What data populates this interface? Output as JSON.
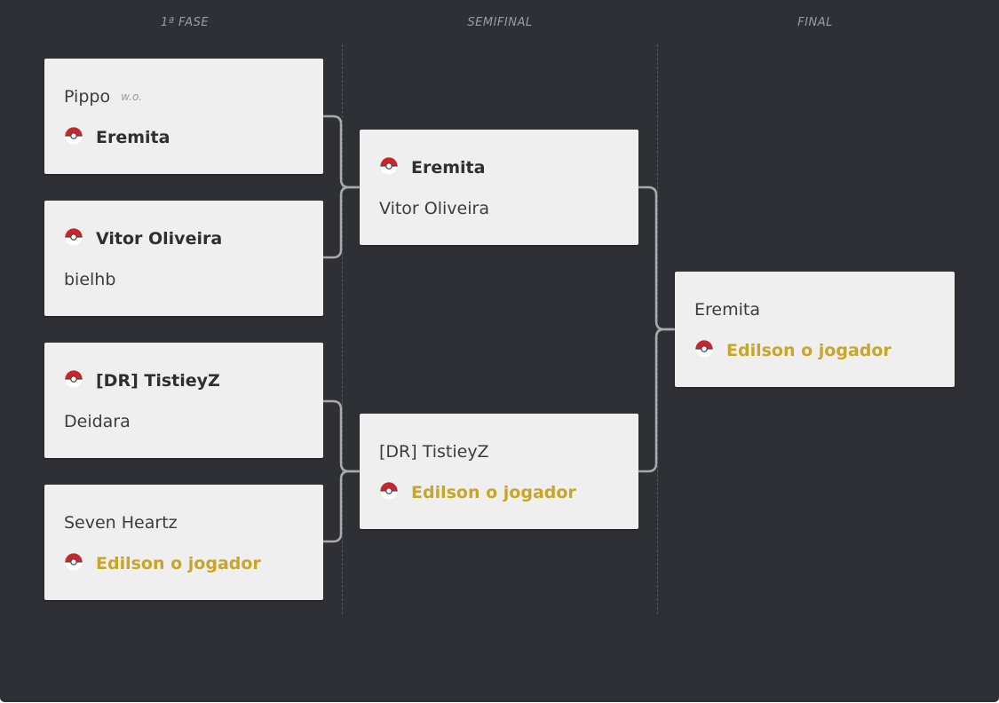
{
  "rounds": [
    {
      "label": "1ª FASE"
    },
    {
      "label": "SEMIFINAL"
    },
    {
      "label": "FINAL"
    }
  ],
  "colors": {
    "background": "#2f3035",
    "card": "#efefef",
    "connector": "#a9aaae",
    "champion": "#c9a52a",
    "pokeball_red": "#c7262d"
  },
  "icons": {
    "winner_marker": "pokeball-icon"
  },
  "matches": {
    "r1m1": {
      "p1": "Pippo",
      "p1_note": "w.o.",
      "p2": "Eremita"
    },
    "r1m2": {
      "p1": "Vitor Oliveira",
      "p2": "bielhb"
    },
    "r1m3": {
      "p1": "[DR] TistieyZ",
      "p2": "Deidara"
    },
    "r1m4": {
      "p1": "Seven Heartz",
      "p2": "Edilson o jogador"
    },
    "sf1": {
      "p1": "Eremita",
      "p2": "Vitor Oliveira"
    },
    "sf2": {
      "p1": "[DR] TistieyZ",
      "p2": "Edilson o jogador"
    },
    "final": {
      "p1": "Eremita",
      "p2": "Edilson o jogador"
    }
  }
}
